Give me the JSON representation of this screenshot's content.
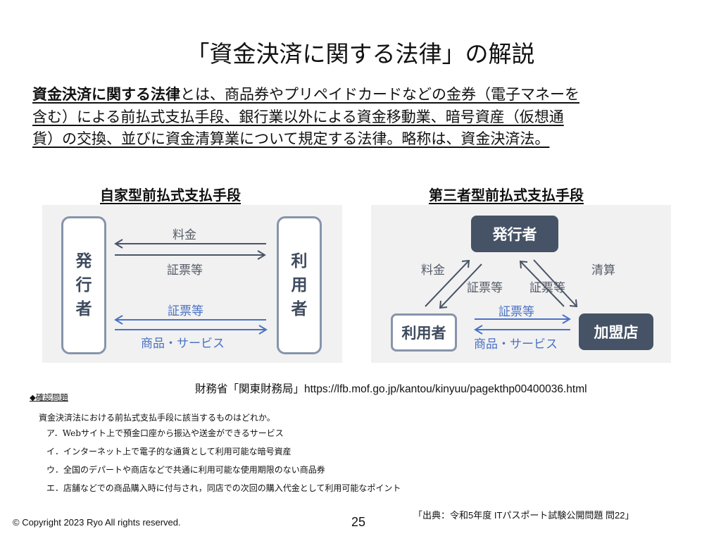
{
  "slide": {
    "title": "「資金決済に関する法律」の解説",
    "definition": {
      "term": "資金決済に関する法律",
      "line1_rest": "とは、商品券やプリペイドカードなどの金券（電子マネーを",
      "line2": "含む）による前払式支払手段、銀行業以外による資金移動業、暗号資産（仮想通",
      "line3": "貨）の交換、並びに資金清算業について規定する法律。略称は、資金決済法。"
    },
    "diagram_left": {
      "title": "自家型前払式支払手段",
      "issuer_box": [
        "発",
        "行",
        "者"
      ],
      "user_box": [
        "利",
        "用",
        "者"
      ],
      "labels": {
        "fee": "料金",
        "voucher_top": "証票等",
        "voucher_bottom": "証票等",
        "goods": "商品・サービス"
      }
    },
    "diagram_right": {
      "title": "第三者型前払式支払手段",
      "issuer": "発行者",
      "user": "利用者",
      "merchant": "加盟店",
      "labels": {
        "fee": "料金",
        "voucher_left": "証票等",
        "voucher_right": "証票等",
        "settlement": "清算",
        "voucher_bottom": "証票等",
        "goods": "商品・サービス"
      }
    },
    "source": "財務省「関東財務局」https://lfb.mof.go.jp/kantou/kinyuu/pagekthp00400036.html",
    "quiz": {
      "heading": "◆確認問題",
      "stem": "資金決済法における前払式支払手段に該当するものはどれか。",
      "options": [
        "ア．Webサイト上で預金口座から振込や送金ができるサービス",
        "イ．インターネット上で電子的な通貨として利用可能な暗号資産",
        "ウ．全国のデパートや商店などで共通に利用可能な使用期限のない商品券",
        "エ．店舗などでの商品購入時に付与され，同店での次回の購入代金として利用可能なポイント"
      ]
    },
    "footer": {
      "copyright": "© Copyright 2023 Ryo All rights reserved.",
      "page_number": "25",
      "citation": "「出典：令和5年度 ITパスポート試験公開問題 問22」"
    },
    "colors": {
      "dark_arrow": "#4a5467",
      "blue_arrow": "#4a72c6",
      "node_dark": "#465366",
      "box_border": "#8794ab",
      "panel_bg": "#f1f1f1"
    }
  }
}
